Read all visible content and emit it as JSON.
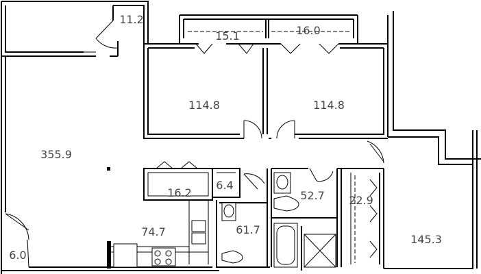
{
  "rooms": [
    {
      "id": "closet-top-left",
      "area": "11.2"
    },
    {
      "id": "closet-top-1",
      "area": "15.1"
    },
    {
      "id": "closet-top-2",
      "area": "16.0"
    },
    {
      "id": "bedroom-1",
      "area": "114.8"
    },
    {
      "id": "bedroom-2",
      "area": "114.8"
    },
    {
      "id": "living-room",
      "area": "355.9"
    },
    {
      "id": "pantry",
      "area": "16.2"
    },
    {
      "id": "linen-closet",
      "area": "6.4"
    },
    {
      "id": "bath-1",
      "area": "52.7"
    },
    {
      "id": "closet-right",
      "area": "22.9"
    },
    {
      "id": "kitchen",
      "area": "74.7"
    },
    {
      "id": "bath-2",
      "area": "61.7"
    },
    {
      "id": "bedroom-3",
      "area": "145.3"
    },
    {
      "id": "closet-bottom-left",
      "area": "6.0"
    }
  ]
}
